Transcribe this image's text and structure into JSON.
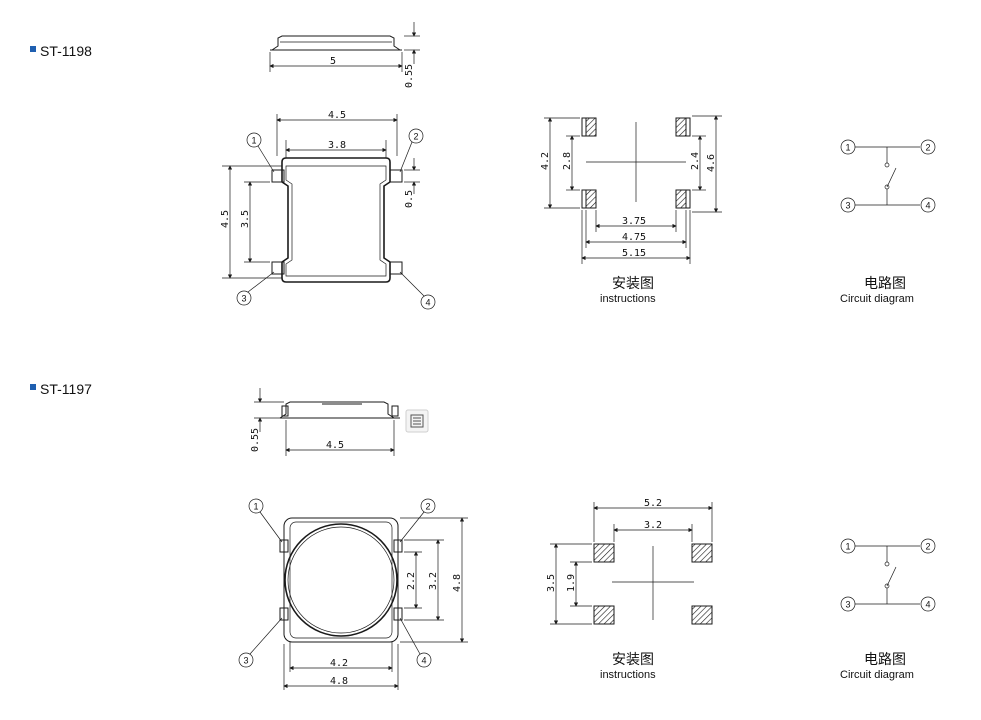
{
  "parts": [
    {
      "model": "ST-1198",
      "side_view": {
        "length": "5",
        "height": "0.55"
      },
      "top_view": {
        "outer_width": "4.5",
        "inner_width": "3.8",
        "outer_height": "4.5",
        "inner_height": "3.5",
        "pin_width": "0.5",
        "pins": [
          "1",
          "2",
          "3",
          "4"
        ]
      },
      "layout": {
        "h1": "4.2",
        "h2": "2.8",
        "h3": "2.4",
        "h4": "4.6",
        "w1": "3.75",
        "w2": "4.75",
        "w3": "5.15",
        "label_cn": "安装图",
        "label_en": "instructions"
      },
      "circuit": {
        "pins": [
          "1",
          "2",
          "3",
          "4"
        ],
        "label_cn": "电路图",
        "label_en": "Circuit diagram"
      }
    },
    {
      "model": "ST-1197",
      "side_view": {
        "length": "4.5",
        "height": "0.55"
      },
      "top_view": {
        "inner_width": "4.2",
        "outer_width": "4.8",
        "inner_height": "2.2",
        "mid_height": "3.2",
        "outer_height": "4.8",
        "pins": [
          "1",
          "2",
          "3",
          "4"
        ]
      },
      "layout": {
        "w1": "5.2",
        "w2": "3.2",
        "h1": "3.5",
        "h2": "1.9",
        "label_cn": "安装图",
        "label_en": "instructions"
      },
      "circuit": {
        "pins": [
          "1",
          "2",
          "3",
          "4"
        ],
        "label_cn": "电路图",
        "label_en": "Circuit diagram"
      }
    }
  ],
  "colors": {
    "bullet": "#1f5fb0",
    "line": "#1a1a1a"
  },
  "icons": {
    "ocr_tool": "text-select-icon"
  }
}
